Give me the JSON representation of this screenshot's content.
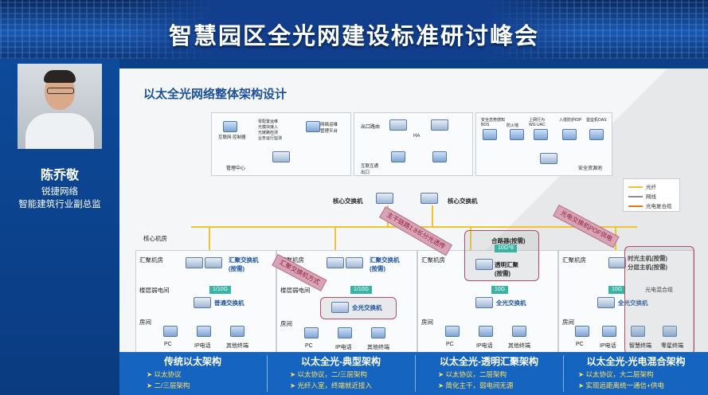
{
  "banner": {
    "title": "智慧园区全光网建设标准研讨峰会"
  },
  "speaker": {
    "name": "陈乔敬",
    "org": "锐捷网络",
    "role": "智能建筑行业副总监"
  },
  "slide": {
    "title": "以太全光网络整体架构设计",
    "top_boxes": {
      "mgmt": {
        "items": [
          "互联网\n控制器",
          "零配置运维\n光模块接入\n光链路检测\n业务运行监测",
          "网络运维\n管理平台"
        ],
        "label": "管理中心"
      },
      "exit": {
        "items": [
          "出口路由",
          "HA"
        ],
        "label": "互联互通\n出口"
      },
      "security": {
        "items": [
          "安全态势感知\nBDS",
          "防火墙",
          "上网行为\nWG UAC",
          "入侵防护IDP",
          "堡垒机OAS"
        ],
        "label": "安全资源池"
      }
    },
    "legend": {
      "fiber": "光纤",
      "copper": "网线",
      "hybrid": "光电复合缆"
    },
    "core": {
      "left": "核心交换机",
      "right": "核心交换机",
      "room": "核心机房"
    },
    "arrows": {
      "trunk": "主干链路1:8长分光透传",
      "aggregate": "汇聚交换机方式",
      "opto": "光电交换机POF供电"
    },
    "columns": [
      {
        "room": "汇聚机房",
        "switch": "汇聚交换机\n(按需)",
        "floor": "楼层弱电间",
        "speed": "1/10G",
        "access": "普通交换机",
        "area": "房间",
        "terminals": [
          "PC",
          "IP电话",
          "其他终端"
        ]
      },
      {
        "room": "汇聚机房",
        "switch": "汇聚交换机\n(按需)",
        "floor": "楼层弱电间",
        "speed": "1/10G",
        "access": "全光交换机",
        "area": "房间",
        "terminals": [
          "PC",
          "IP电话",
          "其他终端"
        ]
      },
      {
        "room": "汇聚机房",
        "switch": "合路器(按需)",
        "switch2": "透明汇聚\n(按需)",
        "speed_top": "10G*8",
        "floor": "",
        "speed": "10G",
        "access": "全光交换机",
        "area": "房间",
        "terminals": [
          "PC",
          "IP电话",
          "其他终端"
        ]
      },
      {
        "room": "汇聚机房",
        "switch": "时光主机(按需)\n分层主机(按需)",
        "floor": "",
        "speed": "10G",
        "access": "全光交换机",
        "hybrid": "光电混合缆",
        "area": "房间",
        "terminals": [
          "PC",
          "IP电话",
          "智慧终端",
          "零星终端"
        ]
      }
    ],
    "bottom": [
      {
        "title": "传统以太架构",
        "points": [
          "以太协议",
          "二/三层架构"
        ]
      },
      {
        "title": "以太全光-典型架构",
        "points": [
          "以太协议，二/三层架构",
          "光纤入室，终端就近接入"
        ]
      },
      {
        "title": "以太全光-透明汇聚架构",
        "points": [
          "以太协议，二层架构",
          "简化主干，弱电间无源"
        ]
      },
      {
        "title": "以太全光-光电混合架构",
        "points": [
          "以太协议，大二层架构",
          "实现远距离统一通信+供电"
        ]
      }
    ]
  }
}
